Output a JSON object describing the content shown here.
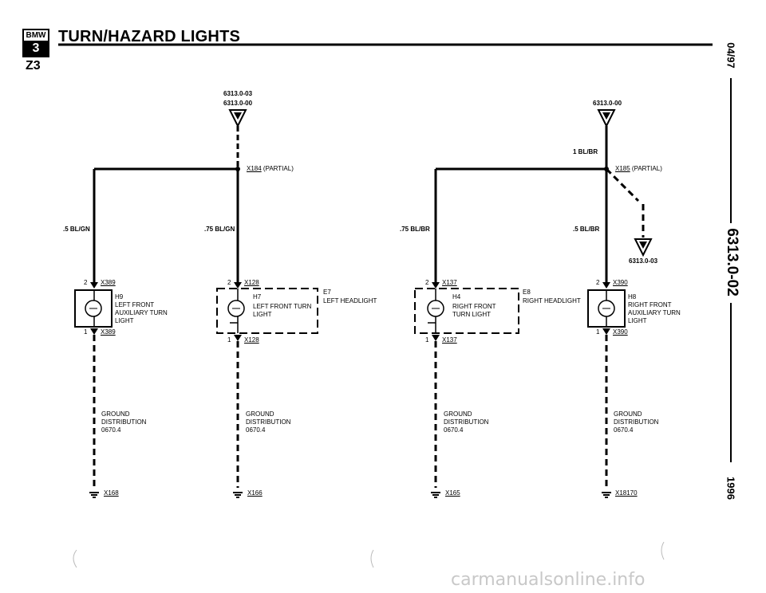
{
  "header": {
    "logo_brand": "BMW",
    "logo_series": "3",
    "title": "TURN/HAZARD LIGHTS",
    "model": "Z3"
  },
  "margin": {
    "date": "04/97",
    "doc_number": "6313.0-02",
    "year": "1996"
  },
  "refs": {
    "left_ref_top": "6313.0-03",
    "left_ref_bottom": "6313.0-00",
    "right_ref": "6313.0-00",
    "right_branch_ref": "6313.0-03"
  },
  "connectors": {
    "left_node": "X184",
    "left_node_note": "(PARTIAL)",
    "right_node": "X185",
    "right_node_note": "(PARTIAL)",
    "right_wire_label": "1 BL/BR"
  },
  "wires": {
    "left_outer": ".5 BL/GN",
    "left_inner": ".75 BL/GN",
    "right_inner": ".75 BL/BR",
    "right_outer": ".5 BL/BR"
  },
  "components": [
    {
      "pin_top": "2",
      "pin_bottom": "1",
      "connector_top": "X389",
      "connector_bottom": "X389",
      "code": "H9",
      "name": "LEFT FRONT\nAUXILIARY TURN\nLIGHT",
      "ground_label": "GROUND\nDISTRIBUTION\n0670.4",
      "ground_connector": "X168"
    },
    {
      "pin_top": "2",
      "pin_bottom": "1",
      "connector_top": "X128",
      "connector_bottom": "X128",
      "code": "H7",
      "name": "LEFT FRONT TURN\nLIGHT",
      "housing_code": "E7",
      "housing_name": "LEFT HEADLIGHT",
      "ground_label": "GROUND\nDISTRIBUTION\n0670.4",
      "ground_connector": "X166"
    },
    {
      "pin_top": "2",
      "pin_bottom": "1",
      "connector_top": "X137",
      "connector_bottom": "X137",
      "code": "H4",
      "name": "RIGHT FRONT\nTURN LIGHT",
      "housing_code": "E8",
      "housing_name": "RIGHT HEADLIGHT",
      "ground_label": "GROUND\nDISTRIBUTION\n0670.4",
      "ground_connector": "X165"
    },
    {
      "pin_top": "2",
      "pin_bottom": "1",
      "connector_top": "X390",
      "connector_bottom": "X390",
      "code": "H8",
      "name": "RIGHT FRONT\nAUXILIARY TURN\nLIGHT",
      "ground_label": "GROUND\nDISTRIBUTION\n0670.4",
      "ground_connector": "X18170"
    }
  ],
  "watermark": "carmanualsonline.info"
}
